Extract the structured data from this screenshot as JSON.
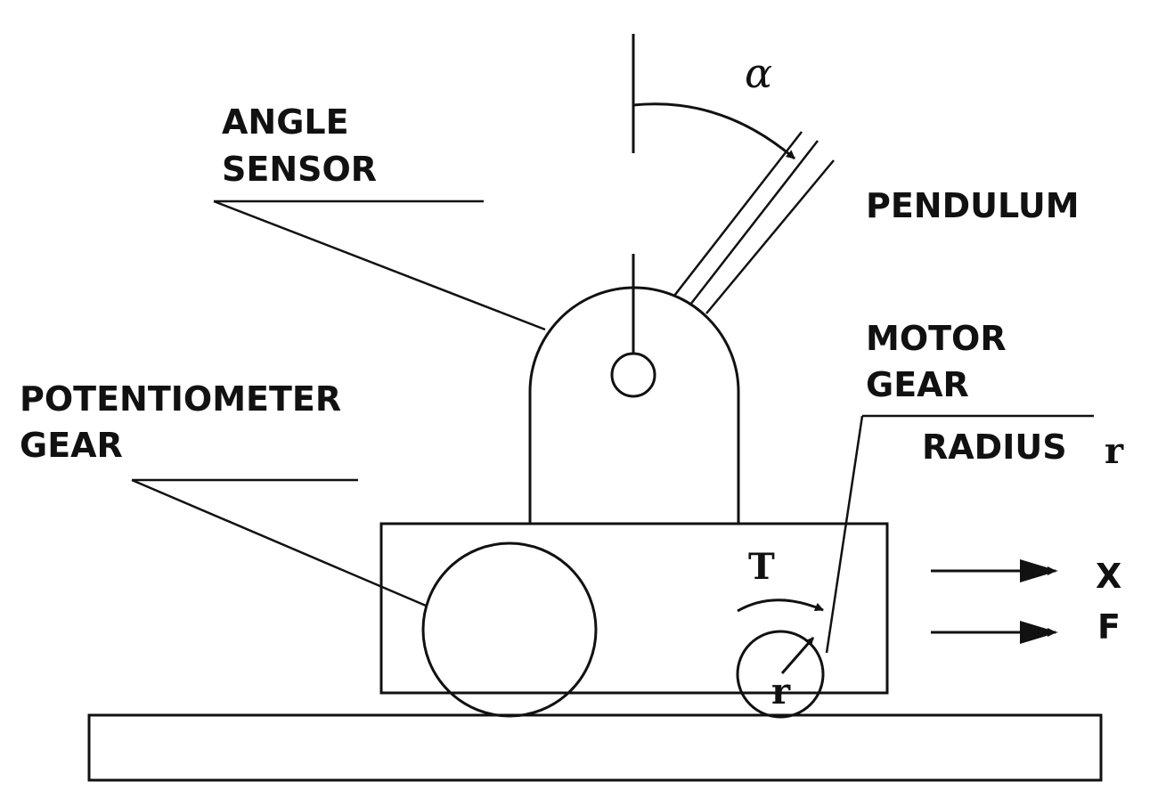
{
  "labels": {
    "angle_sensor_line1": "ANGLE",
    "angle_sensor_line2": "SENSOR",
    "pendulum": "PENDULUM",
    "motor_gear_line1": "MOTOR",
    "motor_gear_line2": "GEAR",
    "radius": "RADIUS",
    "radius_symbol": "r",
    "potentiometer_line1": "POTENTIOMETER",
    "potentiometer_line2": "GEAR",
    "torque": "T",
    "wheel_radius": "r",
    "x_direction": "X",
    "force": "F",
    "angle_symbol": "α"
  },
  "colors": {
    "ink": "#111111",
    "background": "#ffffff"
  }
}
